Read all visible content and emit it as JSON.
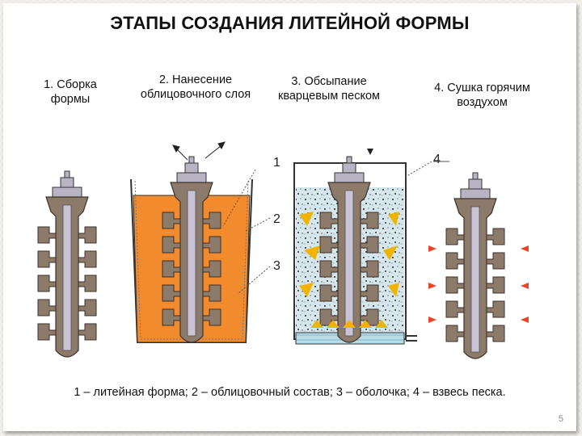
{
  "title": "ЭТАПЫ СОЗДАНИЯ ЛИТЕЙНОЙ ФОРМЫ",
  "stages": [
    {
      "label": "1. Сборка формы"
    },
    {
      "label": "2. Нанесение облицовочного слоя"
    },
    {
      "label": "3. Обсыпание кварцевым песком"
    },
    {
      "label": "4. Сушка горячим воздухом"
    }
  ],
  "callouts": [
    "1",
    "2",
    "3",
    "4"
  ],
  "caption": "1 – литейная форма; 2 – облицовочный состав; 3 – оболочка; 4 – взвесь песка.",
  "page_number": "5",
  "colors": {
    "tree": "#8c7a6a",
    "tree_dark": "#5a4a3e",
    "sprue": "#b8b4c4",
    "slurry": "#f28a2e",
    "sand": "#d7e6ec",
    "arrow": "#f0b400",
    "hot_air": "#e8452a"
  }
}
